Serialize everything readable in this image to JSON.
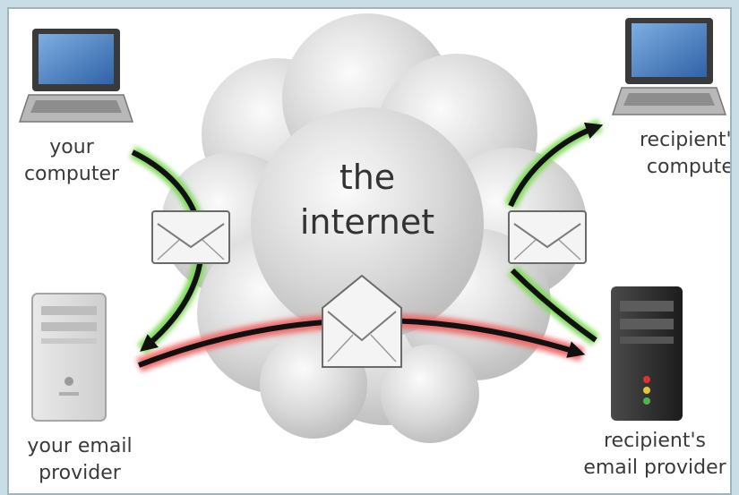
{
  "cloud": {
    "line1": "the",
    "line2": "internet"
  },
  "nodes": {
    "your_computer": {
      "line1": "your",
      "line2": "computer"
    },
    "recipient_computer": {
      "line1": "recipient's",
      "line2": "computer"
    },
    "your_email_provider": {
      "line1": "your email",
      "line2": "provider"
    },
    "recipient_email_provider": {
      "line1": "recipient's",
      "line2": "email provider"
    }
  },
  "colors": {
    "green_glow": "#7ed957",
    "red_glow": "#f26d6d",
    "arrow": "#111111",
    "frame": "#9fb6c2",
    "background": "#c9dde6"
  },
  "icons": [
    "laptop-icon",
    "server-tower-icon",
    "envelope-icon",
    "open-envelope-icon",
    "cloud-icon"
  ]
}
